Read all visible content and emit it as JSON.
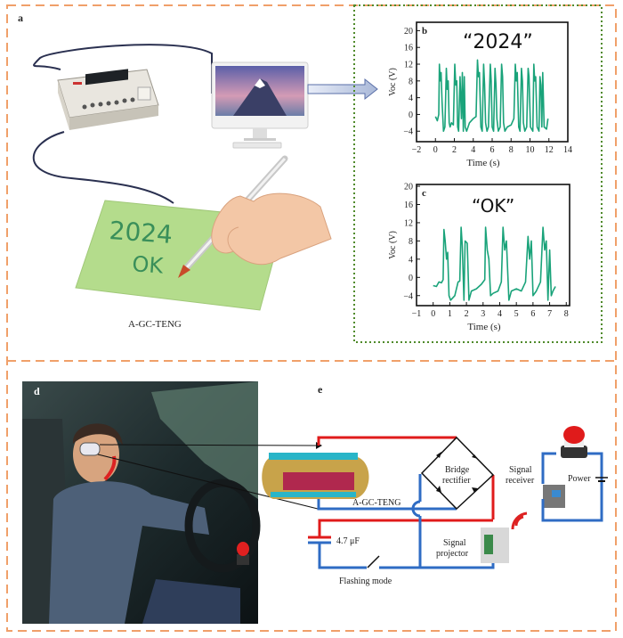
{
  "panels": {
    "a": "a",
    "b": "b",
    "c": "c",
    "d": "d",
    "e": "e"
  },
  "panel_a": {
    "device_label": "A-GC-TENG",
    "pad_text_line1": "2024",
    "pad_text_line2": "OK"
  },
  "panel_e": {
    "teng_label": "A-GC-TENG",
    "bridge_label_1": "Bridge",
    "bridge_label_2": "rectifier",
    "receiver_label_1": "Signal",
    "receiver_label_2": "receiver",
    "power_label": "Power",
    "capacitor_label": "4.7 μF",
    "switch_label": "Flashing mode",
    "projector_label_1": "Signal",
    "projector_label_2": "projector"
  },
  "colors": {
    "trace": "#1aa37a",
    "frame": "#f0a06a",
    "green_box": "#4f8a2a",
    "wire_pos": "#e01b1b",
    "wire_neg": "#2f6cc4"
  },
  "chart_data": [
    {
      "type": "line",
      "panel": "b",
      "title": "“2024”",
      "xlabel": "Time (s)",
      "ylabel": "Voc (V)",
      "xlim": [
        -2,
        14
      ],
      "ylim": [
        -6.5,
        22
      ],
      "xticks": [
        -2,
        0,
        2,
        4,
        6,
        8,
        10,
        12,
        14
      ],
      "yticks": [
        -4,
        0,
        4,
        8,
        12,
        16,
        20
      ],
      "points": [
        [
          0,
          -0.5
        ],
        [
          0.2,
          -1.5
        ],
        [
          0.35,
          0
        ],
        [
          0.42,
          12
        ],
        [
          0.5,
          8
        ],
        [
          0.6,
          10
        ],
        [
          0.7,
          3
        ],
        [
          0.85,
          -4
        ],
        [
          1.0,
          -3
        ],
        [
          1.15,
          11
        ],
        [
          1.25,
          6
        ],
        [
          1.35,
          8
        ],
        [
          1.45,
          -2
        ],
        [
          1.55,
          -3
        ],
        [
          1.7,
          -2
        ],
        [
          1.9,
          -2.5
        ],
        [
          2.05,
          12
        ],
        [
          2.15,
          7
        ],
        [
          2.25,
          8
        ],
        [
          2.35,
          -3
        ],
        [
          2.45,
          -4
        ],
        [
          2.6,
          9
        ],
        [
          2.75,
          -1
        ],
        [
          2.85,
          10
        ],
        [
          2.95,
          -4
        ],
        [
          3.05,
          9
        ],
        [
          3.15,
          -3
        ],
        [
          3.3,
          -4
        ],
        [
          3.6,
          -2
        ],
        [
          4.0,
          -1
        ],
        [
          4.3,
          -0.5
        ],
        [
          4.45,
          13
        ],
        [
          4.55,
          9
        ],
        [
          4.65,
          10
        ],
        [
          4.8,
          -3
        ],
        [
          4.95,
          -4
        ],
        [
          5.1,
          12
        ],
        [
          5.2,
          7
        ],
        [
          5.3,
          -2
        ],
        [
          5.45,
          -4
        ],
        [
          5.6,
          -3
        ],
        [
          5.8,
          12
        ],
        [
          5.9,
          8
        ],
        [
          6.0,
          -3
        ],
        [
          6.15,
          -4
        ],
        [
          6.3,
          11
        ],
        [
          6.4,
          7
        ],
        [
          6.5,
          -1
        ],
        [
          6.65,
          -4
        ],
        [
          6.85,
          -3
        ],
        [
          7.0,
          12
        ],
        [
          7.1,
          9
        ],
        [
          7.2,
          -2
        ],
        [
          7.35,
          -4
        ],
        [
          7.6,
          -3
        ],
        [
          8.0,
          -2.5
        ],
        [
          8.3,
          -1
        ],
        [
          8.45,
          12
        ],
        [
          8.55,
          8
        ],
        [
          8.65,
          10
        ],
        [
          8.8,
          -3
        ],
        [
          8.95,
          -4
        ],
        [
          9.1,
          11
        ],
        [
          9.2,
          8
        ],
        [
          9.3,
          -2
        ],
        [
          9.45,
          -4
        ],
        [
          9.65,
          -3
        ],
        [
          9.8,
          11
        ],
        [
          9.9,
          9
        ],
        [
          10.05,
          -3
        ],
        [
          10.3,
          -4
        ],
        [
          10.4,
          12
        ],
        [
          10.5,
          8
        ],
        [
          10.6,
          9
        ],
        [
          10.75,
          -3
        ],
        [
          10.95,
          -4
        ],
        [
          11.05,
          9
        ],
        [
          11.15,
          7
        ],
        [
          11.25,
          -3
        ],
        [
          11.35,
          10
        ],
        [
          11.5,
          -3
        ],
        [
          11.75,
          -3.5
        ],
        [
          11.9,
          -1
        ]
      ]
    },
    {
      "type": "line",
      "panel": "c",
      "title": "“OK”",
      "xlabel": "Time (s)",
      "ylabel": "Voc (V)",
      "xlim": [
        -1,
        8.2
      ],
      "ylim": [
        -6.2,
        20.4
      ],
      "xticks": [
        -1,
        0,
        1,
        2,
        3,
        4,
        5,
        6,
        7,
        8
      ],
      "yticks": [
        -4,
        0,
        4,
        8,
        12,
        16,
        20
      ],
      "points": [
        [
          0,
          -1.8
        ],
        [
          0.2,
          -2
        ],
        [
          0.35,
          -1
        ],
        [
          0.5,
          -1.2
        ],
        [
          0.6,
          -0.5
        ],
        [
          0.65,
          10.5
        ],
        [
          0.72,
          8
        ],
        [
          0.8,
          4
        ],
        [
          0.87,
          5.5
        ],
        [
          0.95,
          -4
        ],
        [
          1.05,
          -5
        ],
        [
          1.3,
          -4
        ],
        [
          1.5,
          -1
        ],
        [
          1.6,
          -0.8
        ],
        [
          1.68,
          11
        ],
        [
          1.75,
          7
        ],
        [
          1.85,
          -5
        ],
        [
          1.92,
          8
        ],
        [
          2.05,
          7.5
        ],
        [
          2.15,
          -5
        ],
        [
          2.3,
          -3
        ],
        [
          2.6,
          -2.5
        ],
        [
          2.9,
          -1.5
        ],
        [
          3.1,
          -0.5
        ],
        [
          3.15,
          11
        ],
        [
          3.25,
          6
        ],
        [
          3.35,
          4
        ],
        [
          3.45,
          -4
        ],
        [
          3.6,
          -3.5
        ],
        [
          3.9,
          -3
        ],
        [
          4.1,
          -1
        ],
        [
          4.2,
          11
        ],
        [
          4.3,
          6
        ],
        [
          4.4,
          8
        ],
        [
          4.55,
          -5
        ],
        [
          4.7,
          -3
        ],
        [
          5.0,
          -2.5
        ],
        [
          5.3,
          -3
        ],
        [
          5.55,
          -1
        ],
        [
          5.7,
          9
        ],
        [
          5.8,
          4
        ],
        [
          5.9,
          8
        ],
        [
          6.0,
          -4
        ],
        [
          6.2,
          -3
        ],
        [
          6.45,
          -1
        ],
        [
          6.6,
          11
        ],
        [
          6.7,
          6
        ],
        [
          6.8,
          8
        ],
        [
          6.9,
          -5
        ],
        [
          7.0,
          6
        ],
        [
          7.1,
          -4
        ],
        [
          7.2,
          -3
        ],
        [
          7.35,
          -2
        ]
      ]
    }
  ]
}
